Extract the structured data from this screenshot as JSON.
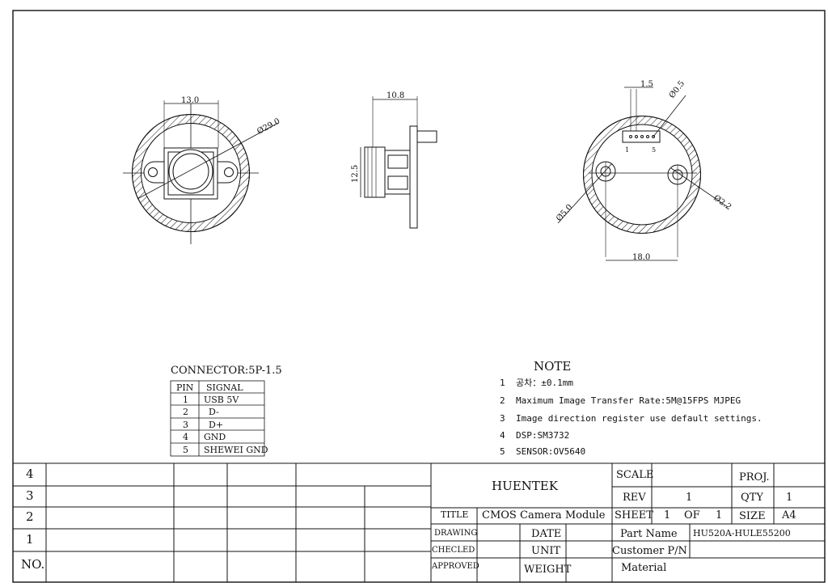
{
  "dimensions": {
    "front_width": "13.0",
    "front_dia": "Ø29.0",
    "side_length": "10.8",
    "side_height": "12.5",
    "rear_pitch": "1.5",
    "rear_hole_small": "Ø0.5",
    "rear_hole_dia": "Ø5.0",
    "rear_mount_dia": "Ø2.2",
    "rear_span": "18.0",
    "pin_first": "1",
    "pin_last": "5"
  },
  "connector": {
    "title": "CONNECTOR:5P-1.5",
    "headers": [
      "PIN",
      "SIGNAL"
    ],
    "rows": [
      {
        "pin": "1",
        "signal": "USB 5V"
      },
      {
        "pin": "2",
        "signal": "D-"
      },
      {
        "pin": "3",
        "signal": "D+"
      },
      {
        "pin": "4",
        "signal": "GND"
      },
      {
        "pin": "5",
        "signal": "SHEWEI GND"
      }
    ]
  },
  "note": {
    "title": "NOTE",
    "items": [
      {
        "num": "1",
        "text": "공차：±0.1mm"
      },
      {
        "num": "2",
        "text": "Maximum Image Transfer Rate:5M@15FPS  MJPEG"
      },
      {
        "num": "3",
        "text": "Image direction register use default settings."
      },
      {
        "num": "4",
        "text": "DSP:SM3732"
      },
      {
        "num": "5",
        "text": "SENSOR:OV5640"
      }
    ]
  },
  "revisions": {
    "rows": [
      "4",
      "3",
      "2",
      "1"
    ],
    "no_label": "NO."
  },
  "title_block": {
    "company": "HUENTEK",
    "scale_label": "SCALE",
    "proj_label": "PROJ.",
    "rev_label": "REV",
    "rev_value": "1",
    "qty_label": "QTY",
    "qty_value": "1",
    "title_label": "TITLE",
    "title_value_1": "CMOS",
    "title_value_2": "Camera Module",
    "sheet_label": "SHEET",
    "sheet_num": "1",
    "sheet_of": "OF",
    "sheet_total": "1",
    "size_label": "SIZE",
    "size_value": "A4",
    "drawing_label": "DRAWING",
    "date_label": "DATE",
    "part_name_label": "Part Name",
    "part_name_value": "HU520A-HULE55200",
    "checked_label": "CHECLED",
    "unit_label": "UNIT",
    "customer_pn_label": "Customer P/N",
    "approved_label": "APPROVED",
    "weight_label": "WEIGHT",
    "material_label": "Material"
  }
}
